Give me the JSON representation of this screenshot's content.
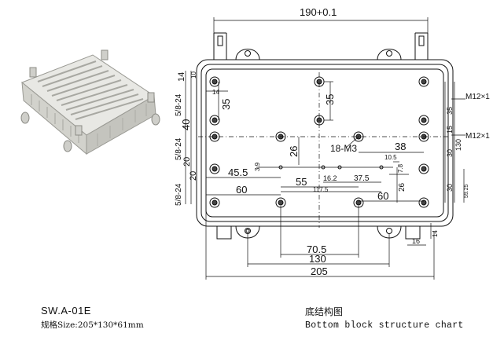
{
  "product": {
    "model": "SW.A-01E",
    "size_label": "规格Size:205*130*61mm"
  },
  "drawing": {
    "title_cn": "底结构图",
    "title_en": "Bottom block structure chart",
    "dims": {
      "top_width": "190+0.1",
      "overall_width": "205",
      "hole_span": "130",
      "center_offset": "70.5",
      "boss_35_a": "35",
      "boss_35_b": "35",
      "boss_26": "26",
      "thread_label": "18-M3",
      "d38": "38",
      "d45_5": "45.5",
      "d55": "55",
      "d60_a": "60",
      "d60_b": "60",
      "d16_2": "16.2",
      "d37_5": "37.5",
      "d117_5": "117.5",
      "d3_9": "3.9",
      "d10_5": "10.5",
      "d7_8": "7.8",
      "d26_b": "26",
      "left_14": "14",
      "left_10": "10",
      "left_35": "35",
      "left_40": "40",
      "left_20a": "20",
      "left_20b": "20",
      "left_14b": "14",
      "port_a": "5/8-24",
      "port_b": "5/8-24",
      "port_c": "5/8-24",
      "right_35": "35",
      "right_15": "15",
      "right_30a": "30",
      "right_130": "130",
      "right_30b": "30",
      "right_59": "59.25",
      "m12_a": "M12×1",
      "m12_b": "M12×1",
      "bottom_14": "14",
      "bottom_16": "16"
    }
  }
}
